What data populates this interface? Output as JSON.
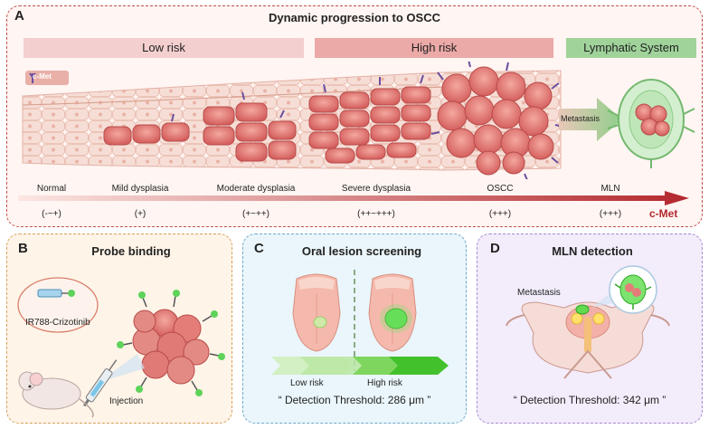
{
  "panel_a": {
    "letter": "A",
    "title": "Dynamic progression to OSCC",
    "bands": {
      "low_risk": "Low risk",
      "high_risk": "High risk",
      "lymphatic": "Lymphatic System"
    },
    "cmet_legend": "c-Met",
    "metastasis_label": "Metastasis",
    "stages": [
      "Normal",
      "Mild dysplasia",
      "Moderate dysplasia",
      "Severe dysplasia",
      "OSCC",
      "MLN"
    ],
    "levels": [
      "(-~+)",
      "(+)",
      "(+~++)",
      "(++~+++)",
      "(+++)",
      "(+++)"
    ],
    "arrow_label": "c-Met",
    "colors": {
      "band_pink": "#f1c4c4",
      "band_green": "#9fd39a",
      "arrow_start": "#fbe3df",
      "arrow_end": "#b3282d",
      "tissue": "#f3c7bd",
      "cell_red": "#d9716f"
    }
  },
  "panel_b": {
    "letter": "B",
    "title": "Probe binding",
    "probe_label": "IR788-Crizotinib",
    "injection_label": "Injection"
  },
  "panel_c": {
    "letter": "C",
    "title": "Oral lesion screening",
    "low_label": "Low risk",
    "high_label": "High risk",
    "threshold": "“ Detection Threshold: 286 μm ”"
  },
  "panel_d": {
    "letter": "D",
    "title": "MLN detection",
    "metastasis_label": "Metastasis",
    "threshold": "“ Detection Threshold: 342 μm ”"
  }
}
